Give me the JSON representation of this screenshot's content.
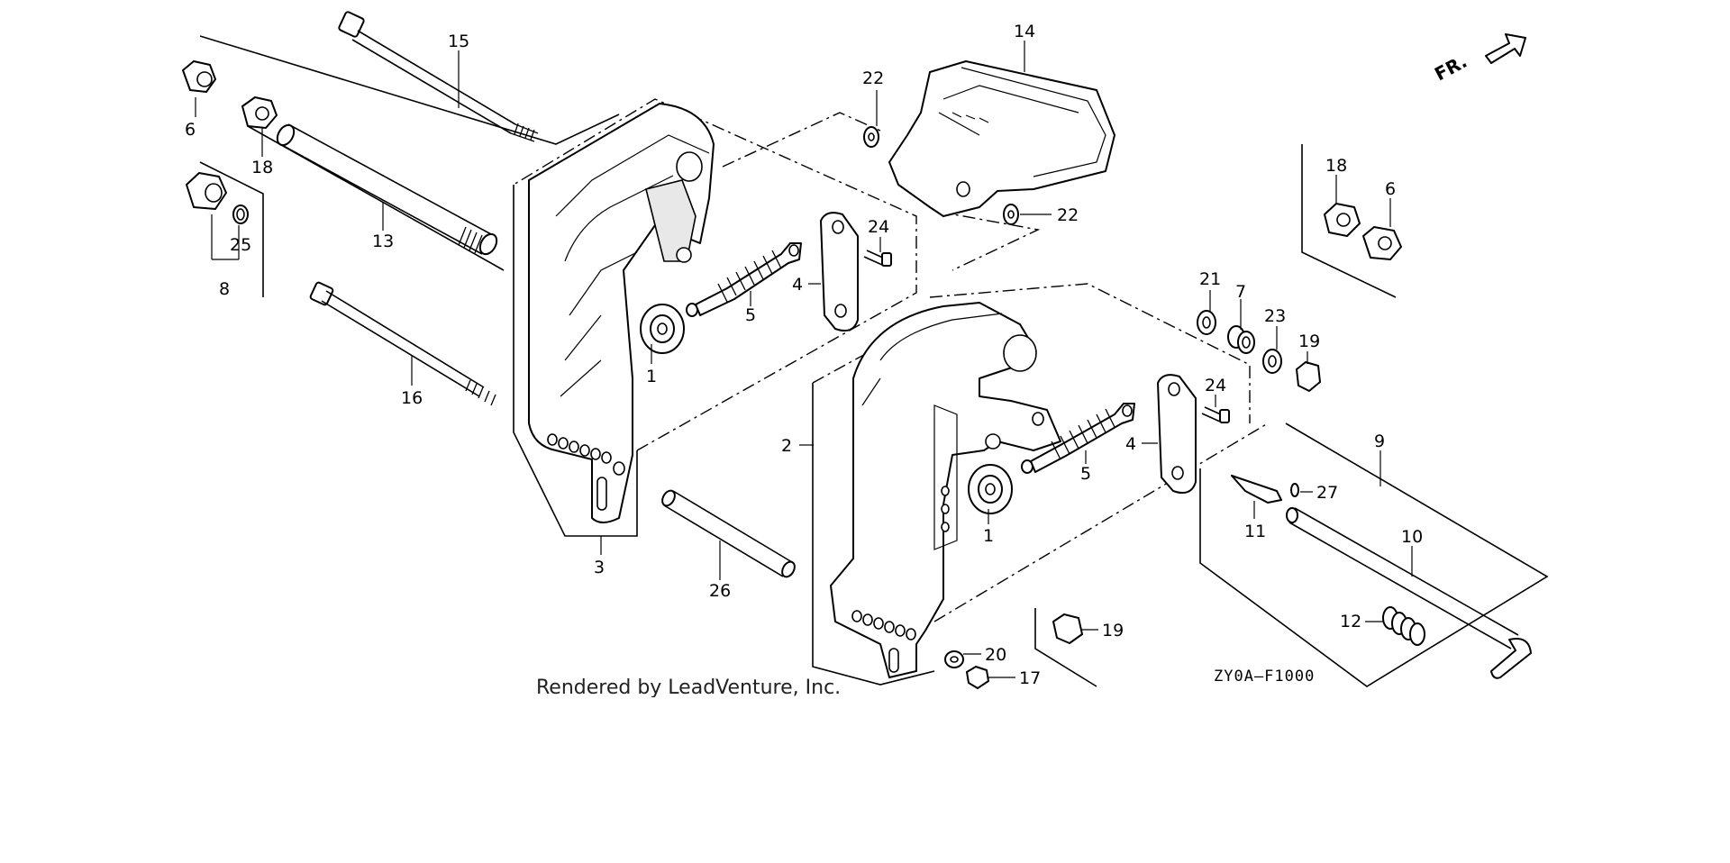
{
  "diagram": {
    "footer_credit": "Rendered by LeadVenture, Inc.",
    "diagram_code": "ZY0A—F1000",
    "direction_label": "FR.",
    "callouts": {
      "c1a": "1",
      "c1b": "1",
      "c2": "2",
      "c3": "3",
      "c4a": "4",
      "c4b": "4",
      "c5a": "5",
      "c5b": "5",
      "c6a": "6",
      "c6b": "6",
      "c7": "7",
      "c8": "8",
      "c9": "9",
      "c10": "10",
      "c11": "11",
      "c12": "12",
      "c13": "13",
      "c14": "14",
      "c15": "15",
      "c16": "16",
      "c17": "17",
      "c18a": "18",
      "c18b": "18",
      "c19a": "19",
      "c19b": "19",
      "c20": "20",
      "c21": "21",
      "c22a": "22",
      "c22b": "22",
      "c23": "23",
      "c24a": "24",
      "c24b": "24",
      "c25": "25",
      "c26": "26",
      "c27": "27"
    }
  }
}
